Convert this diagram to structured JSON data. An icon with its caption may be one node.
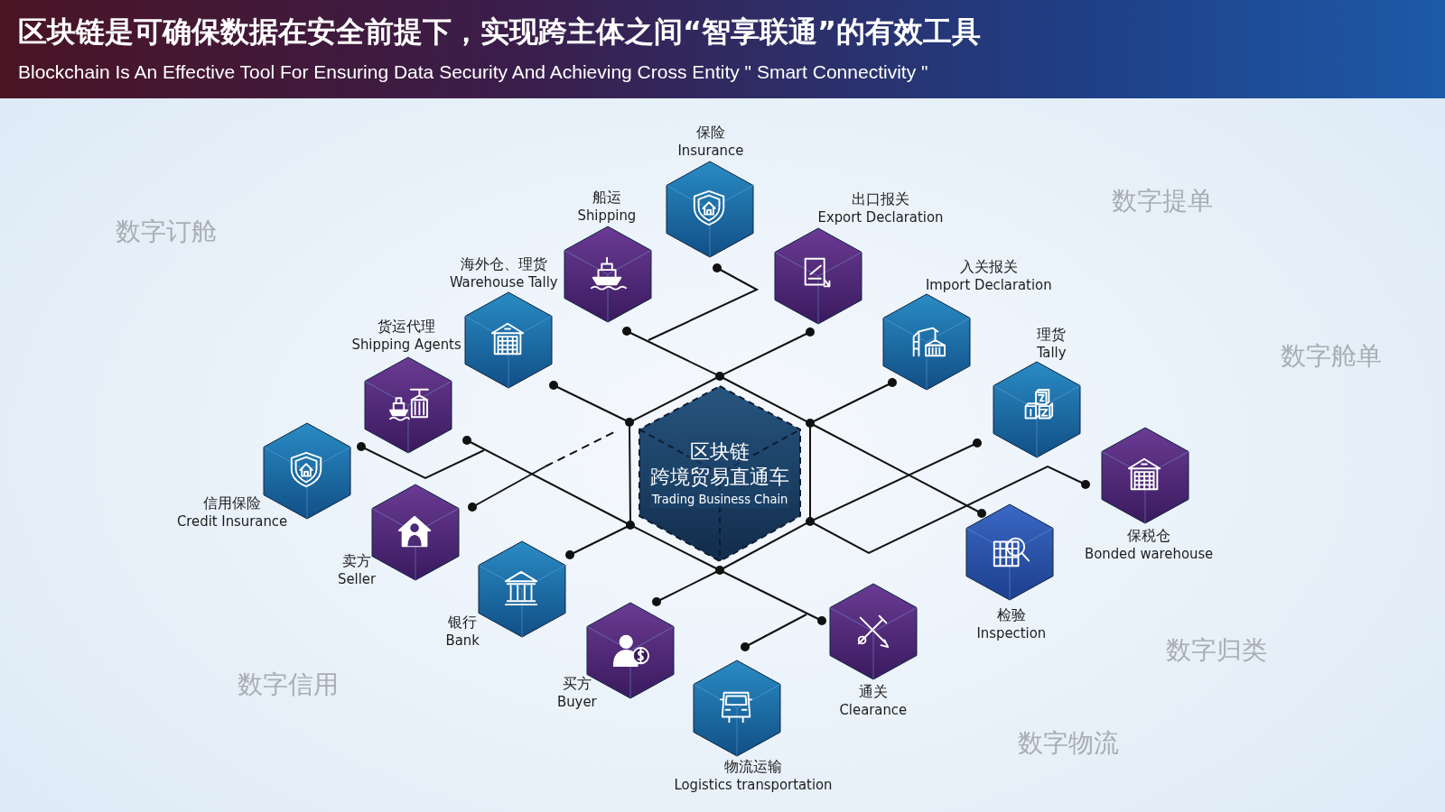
{
  "diagram": {
    "title": "区块链是可确保数据在安全前提下，实现跨主体之间“智享联通”的有效工具",
    "nodes": [
      {
        "text": [
          "区块链",
          "跨境贸易直通车",
          "Trading Business Chain"
        ]
      },
      {
        "text": [
          "保险",
          "Insurance"
        ]
      },
      {
        "text": [
          "船运",
          "Shipping"
        ]
      },
      {
        "text": [
          "出口报关",
          "Export Declaration"
        ]
      },
      {
        "text": [
          "海外仓、理货",
          "Warehouse Tally"
        ]
      },
      {
        "text": [
          "入关报关",
          "Import Declaration"
        ]
      },
      {
        "text": [
          "货运代理",
          "Shipping Agents"
        ]
      },
      {
        "text": [
          "理货",
          "Tally"
        ]
      },
      {
        "text": [
          "信用保险",
          "Credit Insurance"
        ]
      },
      {
        "text": [
          "保税仓",
          "Bonded warehouse"
        ]
      },
      {
        "text": [
          "卖方",
          "Seller"
        ]
      },
      {
        "text": [
          "检验",
          "Inspection"
        ]
      },
      {
        "text": [
          "银行",
          "Bank"
        ]
      },
      {
        "text": [
          "买方",
          "Buyer"
        ]
      },
      {
        "text": [
          "通关",
          "Clearance"
        ]
      },
      {
        "text": [
          "物流运输",
          "Logistics transportation"
        ]
      }
    ],
    "labels": [
      "Blockchain Is An Effective Tool For Ensuring Data Security And Achieving Cross Entity \" Smart Connectivity \"",
      "数字订舱",
      "数字提单",
      "数字舱单",
      "数字归类",
      "数字物流",
      "数字信用"
    ]
  }
}
